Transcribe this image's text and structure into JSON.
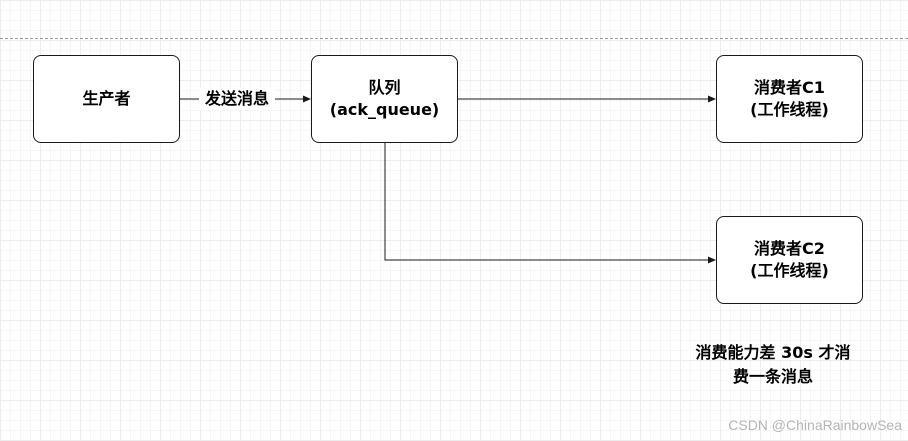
{
  "nodes": {
    "producer": {
      "label": "生产者"
    },
    "queue": {
      "line1": "队列",
      "line2": "(ack_queue)"
    },
    "consumer1": {
      "line1": "消费者C1",
      "line2": "(工作线程)"
    },
    "consumer2": {
      "line1": "消费者C2",
      "line2": "(工作线程)"
    }
  },
  "edges": {
    "send_label": "发送消息"
  },
  "note": {
    "line1": "消费能力差 30s 才消",
    "line2": "费一条消息"
  },
  "watermark": "CSDN @ChinaRainbowSea",
  "colors": {
    "stroke": "#1a1a1a",
    "grid": "#ececec",
    "watermark": "#b4b4b4"
  }
}
